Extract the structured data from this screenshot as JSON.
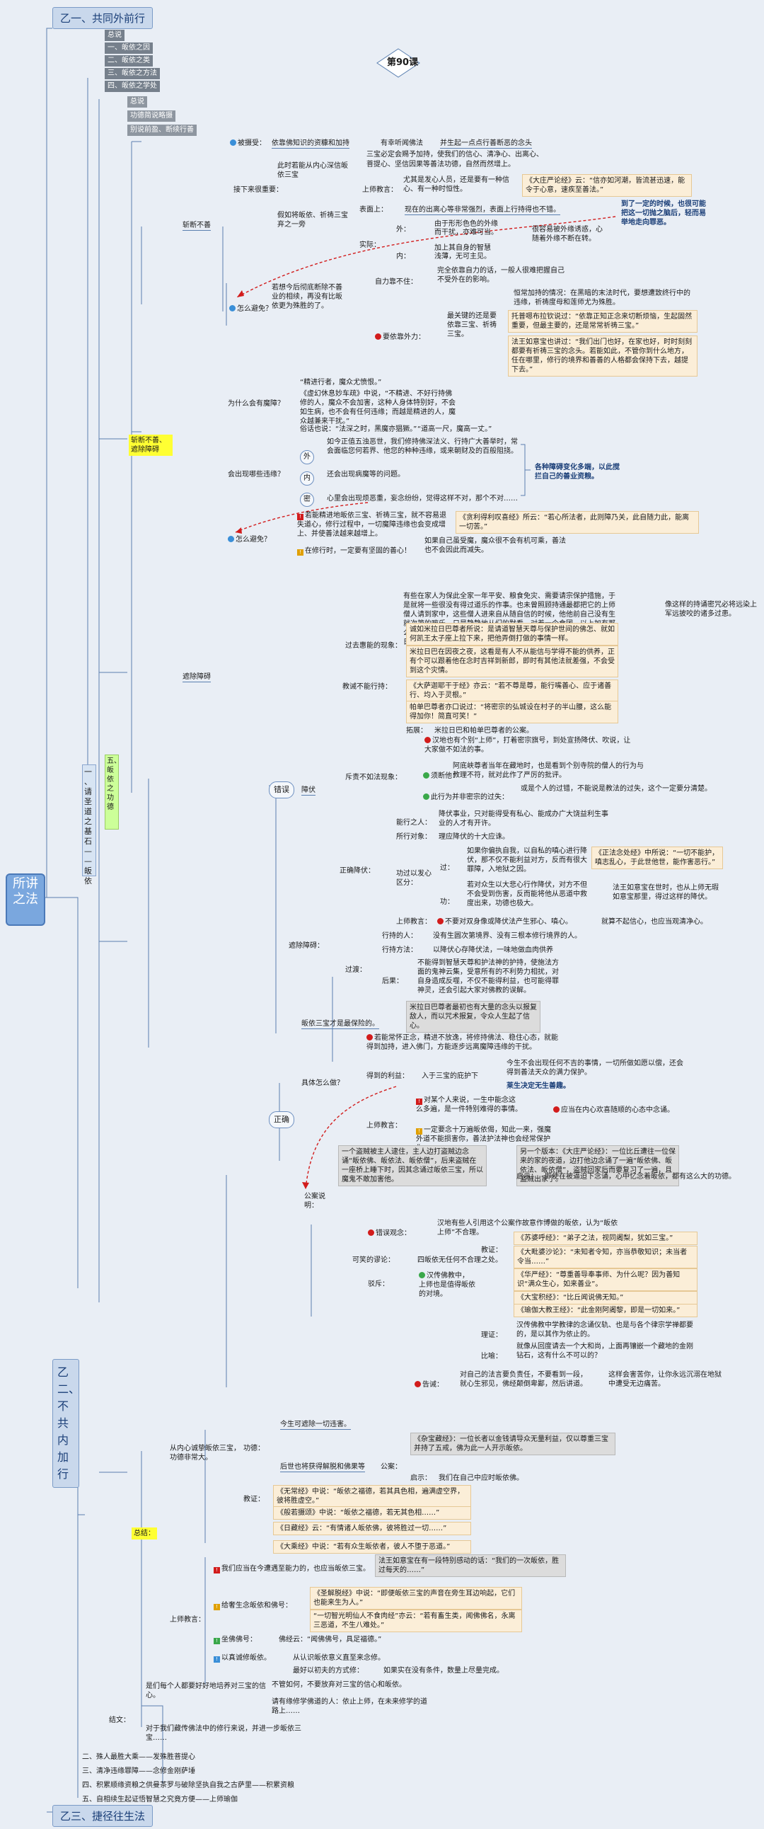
{
  "headers": {
    "h1": "乙一、共同外前行",
    "h2": "乙二、不共内加行",
    "h3": "乙三、捷径往生法"
  },
  "root_label": "所讲之法",
  "lesson_badge": "第90课",
  "left_tabs": {
    "tab1": "一、请圣道之基石——皈依",
    "tab2": "五、皈依之功德"
  },
  "dark_tags": [
    "总说",
    "一、皈依之因",
    "二、皈依之类",
    "三、皈依之方法",
    "四、皈依之学处"
  ],
  "gray_tags": [
    "总说",
    "功德简说略摄",
    "别说前盈、断续行善"
  ],
  "nodes": {
    "zhanduan": "斩断不善",
    "bei_she_shou": "被摄受：",
    "yi_gong": "依靠佛知识的资糠和加持",
    "you_qi_cheng": "有幸听闻佛法",
    "bing_sheng": "并生起一点点行善断恶的念头",
    "jie_xia_lai": "接下来很重要：",
    "cici": "此时若能从内心深信皈依三宝",
    "sanbao_line1": "三宝必定会赐予加持，使我们的信心、清净心、出离心、",
    "sanbao_line2": "菩提心、坚信因果等善法功德，自然而然增上。",
    "shangshi": "上师教言：",
    "youqi_line": "尤其是发心人员，还是要有一种信心、有一种时恒性。",
    "dazhuang_quote": "《大庄严论经》云：“信亦如河潮，皆流甚迅速，能令于心意，速疾至善法。”",
    "jiaru": "假如将皈依、祈祷三宝弃之一旁",
    "biao_mian": "表面上：",
    "xianzai": "现在的出离心等非常强烈，表面上行持得也不错。",
    "shiji": "实际：",
    "wai": "外：",
    "wai_text": "由于形形色色的外缘",
    "wai_text2": "而干扰，亦难可当。",
    "nei": "内：",
    "nei_text": "加上其自身的智慧",
    "nei_text2": "浅薄，无可主见。",
    "hen_rongyi": "很容易被外缘诱惑，心随着外缘不断在转。",
    "dao_yiding": "到了一定的时候，也很可能把这一切抛之脑后，轻而易举地走向罪恶。",
    "ruo_zhe": "若想今后彻底断除不善业的相续，再没有比皈依更为殊胜的了。",
    "zen_me_bi": "怎么避免？",
    "zili": "自力靠不住：",
    "zili_text": "完全依靠自力的话，一般人很难把握自己不受外在的影响。",
    "yaoyi": "要依靠外力：",
    "yaoyi_text": "最关键的还是要依靠三宝、祈祷三宝。",
    "hengyou": "恒常加持的情况：在黑暗的末法时代，要想遭致终行中的违缘，祈祷度母和莲师尤为殊胜。",
    "tuozhi": "托普嗯布拉钦说过：“依靠正知正念来切断烦恼，生起固然重要，但最主要的，还是常常祈祷三宝。”",
    "fawang": "法王如意宝也讲过：“我们出门也好，在家也好，时时刻刻都要有祈祷三宝的念头。若能如此，不管你到什么地方，任在哪里，修行的境界和善善的人格都会保持下去，越提下去。”",
    "zhuanduan_bi": "斩断不善、遮除障碍",
    "weishenme": "为什么会有魔障？",
    "xuan_ye": "“精进行者，魔众尤愤恨。”",
    "dou_wen": "《虚幻休息妙车疏》中说，“不精进、不好行持佛修的人，魔众不会加害，这种人身体特别好，不会如生病，也不会有任何违缘；而越是精进的人，魔众越兼来干扰。”",
    "su_yu": "俗话也说：“法深之时，黑魔亦猖獗。”",
    "dao_gao": "“道高一尺，魔高一丈。”",
    "huichu": "会出现哪些违缘？",
    "wai_c": "外",
    "nei_c": "内",
    "mi_c": "密",
    "wai_desc": "如今正值五浊恶世，我们修持佛深法义、行持广大善举时，常会面临您何若界、他您的种种违缘，或来朝财及的百般阻挠。",
    "nei_desc": "还会出现病魔等的问题。",
    "mi_desc": "心里会出现烦恶重，妄念纷纷，觉得这样不对，那个不对……",
    "ge_zhong": "各种障碍变化多端，以此搅拦自己的善业资粮。",
    "zen_bi2": "怎么避免？",
    "ruoneng": "若能精进地皈依三宝、祈祷三宝，就不容易退失道心，修行过程中，一切魔障违缘也会变成增上、并使善法越来越增上。",
    "qi_yi": "《贪利得利叹喜经》所云：“若心所法者，此则障乃关，此自随力此，能离一切苦。”",
    "zai_xiuxing": "在修行时，一定要有坚固的善心！",
    "ru_guo": "如果自己虽受魔，魔众很不会有机可乘，善法也不会因此而减失。",
    "zhejie": "遮除障碍",
    "guoqu": "过去惠能的现象：",
    "guoqu_text": "有些在家人为保此全家一年平安、粮食免灾、需要请宗保护措施，于是就将一些很没有得过道乐的作事。也未曾照顾持通最都把它的上师僧人请到家中，这些僧人进来自从随自信的时候，他他前自己没有生就次第的嘛乐，只是静静地从们的默看，对着一个食团，以上加有那么一个无人，口中喃喃“若后、杀罗、哗哗、打打”，一些佛陀上面日挣扎的邪法，随后，他们唯一能的，就是自内供养……",
    "ci_lei": "像这样的持诵密咒必将远染上军远披咬的诸多过患。",
    "jiaoyi": "教诫不能行持：",
    "ru_fo": "诚如米拉日巴尊者所说：是请道智慧天尊与保护世间的佛怎、就如何凯王太子座上拉下来，把他弄倒打做的事情一样。",
    "mila": "米拉日巴在因夜之夜，这看是有人不从能信与学得不能的供养，正有个可以跟着他在念时吉祥到新郎，即时有其他法就差强，不会受到这个灾情。",
    "dazhuang2": "《大萨迦耶干于经》亦云：“若不尊是尊，能行嘴善心、应于诸善行、均入于灵根。”",
    "pa_mi": "帕单巴尊者亦口说过：“将密宗的弘城设在村子的半山腰，这么能得加你！简直可笑！”",
    "tuozhan": "拓展：",
    "tuozhan_text": "米拉日巴和帕单巴尊者的公案。",
    "cuojue": "错误",
    "zhangfa": "障伏",
    "chiju": "斥责不如法现象：",
    "hanyou": "汉地也有个别“上师”，打着密宗旗号，到处宣扬降伏、吹说，让大家做不如法的事。",
    "aiwei": "阿底峡尊者当年在藏地时，也是看到个别寺院的僧人的行为与教理不符，就对此作了严厉的批评。",
    "zhi_he": "须断他：",
    "zhi_he_text": "或是个人的过错，不能说是教法的过失，这个一定要分清楚。",
    "ci_xing": "此行为并非密宗的过失：",
    "zhengque": "正确",
    "zhengque_jiang": "正确降伏：",
    "jushi": "降伏事业，只对能得受有私心、能成办广大饶益利生事业的人才有开许。",
    "ju_shi": "能行之人：",
    "suo_xing": "所行对象：",
    "suo_xing_text": "理应降伏的十大应诛。",
    "gong_guo": "功过以发心区分：",
    "guo": "过：",
    "guo_text": "如果你偏执自我，以自私的嗔心进行降伏，那不仅不能利益对方，反而有很大罪障，入地狱之因。",
    "zheng_fa": "《正法念处经》中所说：“一切不能护，嗔志乱心，于此世他世，能作害恶行。”",
    "gong": "功：",
    "gong_text": "若对众生以大悲心行作降伏，对方不但不会受到伤害，反而能将他从恶道中救度出来，功德也极大。",
    "fa_wang": "法王如意宝在世时，也从上师无瑕如意宝那里，得过这样的降伏。",
    "shangshi2": "上师教言：",
    "bu_yao": "不要对双身像或降伏法产生邪心、嗔心。",
    "jiu_suan": "就算不起信心，也应当观清净心。",
    "xing_ren": "行持的人：",
    "xing_ren_text": "没有生圆次第境界、没有三根本修行境界的人。",
    "xing_fa": "行持方法：",
    "xing_fa_text": "以降伏心存降伏法，一味地做血肉供养",
    "hou_guo": "后果：",
    "hou_guo_text": "不能得到智慧天尊和护法神的护持，使施法方面的鬼神云集，受意所有的不利势力相扰，对自身造成反噬，不仅不能得利益，也可能得罪神灵，还会引起大家对佛教的误解。",
    "jushu_gong": "遮除障碍：",
    "xi_jie": "皈依三宝才是最保险的。",
    "guodu": "过渡：",
    "mila_say": "米拉日巴尊者最初也有大量的念头以报复敌人，而以咒术报复，令众人生起了信心。",
    "juti": "具体怎么做？",
    "ruoneng2": "若能常怀正念，精进不放逸，将修持佛法、稳住心态，就能得到加持，进入佛门，方能逐步远离魔障违缘的干扰。",
    "dedao": "得到的利益：",
    "jinru": "入于三宝的庇护下",
    "jinsheng": "今生不会出现任何不吉的事情，一切所做如愿以偿，还会得到善法天众的满力保护。",
    "laisheng": "莱生决定无生善趣。",
    "shangshi_jiao": "上师教言：",
    "dui_mou": "对某个人来说，一生中能念这么多遍，是一件特别难得的事情。",
    "ying_dang": "应当在内心欢喜随顺的心态中念诵。",
    "yiding": "一定要念十万遍皈依偈，知此一来，强魔外道不能损害你，善法护法神也会经常保护你。",
    "gong_an": "公案说明：",
    "gong_an_1": "一个盗贼被主人逮住，主人边打盗贼边念诵“皈依佛、皈依法、皈依僧”，后来盗贼在一座桥上睡下时，因其念诵过皈依三宝，所以魔鬼不敢加害他。",
    "ling_yi": "另一个版本：《大庄严论经》：一位比丘遭往一位保来的家的夜道，边打他边念诵了一遍“皈依佛、皈依法、皈依僧”，盗贼回家后而要复习了一遍，且盗贼出家了。",
    "qishi": "启示：",
    "qishi_text": "即使在被逼迫下念诵，心中忆念着皈依，都有这么大的功德。",
    "cuo_wu": "错误观念：",
    "cuo_wu_text": "汉地有些人引用这个公案作故意作博做的皈依，认为“皈依上师”不合理。",
    "kexiao": "可笑的谬论：",
    "kexiao_text": "四皈依无任何不合理之处。",
    "bo_chi": "驳斥：",
    "zhan_jiao": "汉传佛教中，上师也是值得皈依的对境。",
    "su_po": "《苏婆呼经》：“弟子之法，视同阇梨，犹如三宝。”",
    "jiaozheng": "教证：",
    "da_pi": "《大毗婆沙论》：“未知者令知，亦当恭敬知识；未当者令当……”",
    "hua_yan": "《华严经》：“尊重善导奉事师、为什么呢？因为善知识“满众生心，如来善业”。",
    "da_bao": "《大宝积经》：“比丘闻说佛无知。”",
    "yan_you": "《瑜伽大教王经》：“此金刚阿阇黎，即是一切如来。”",
    "lizheng": "理证：",
    "lizheng_text": "汉传佛教中学教律的念诵仪轨、也是与各个律宗学禅都要的，是以其作为依止的。",
    "bi_yu": "比喻：",
    "bi_yu_text": "就像从回度请去一个大和尚，上面再镶嵌一个藏地的金刚钻石，这有什么不可以的？",
    "gao_cheng": "告诫：",
    "gao_text": "对自己的法言要负责任，不要看到一段，就心生邪见，佛经颠倒卑鄙，然后讲道。",
    "zhe_yang": "这样会害苦你，让你永远沉溺在地狱中遭受无边痛苦。",
    "zongjie": "总结：",
    "congnei": "从内心诚挚皈依三宝，功德非常大。",
    "gongde": "功德：",
    "gongde1": "今生可遮除一切违害。",
    "gongde2": "后世也将获得解脱和佛果等",
    "gongan2": "公案：",
    "za_bao": "《杂宝藏经》：一位长者以金钱请导众无量利益，仅以尊重三宝并持了五戒，佛为此一人开示皈依。",
    "qishi2": "启示：",
    "qishi2_text": "我们在自己中应时皈依佛。",
    "jiaozheng2": "教证：",
    "wu_chang": "《无常经》中说：“皈依之福德，若其具色相，遍满虚空界，彼将胜虚空。”",
    "bo_re": "《般若摄颂》中说：“皈依之福德，若无其色相……”",
    "ri_cang": "《日藏经》云：“有情诸人皈依佛，彼将胜过一切……”",
    "da_sheng": "《大乘经》中说：“若有众生皈依者，彼人不堕于恶道。”",
    "shangshi3": "上师教言：",
    "xu_jian": "我们应当在今遭遇至能力的，也应当皈依三宝。",
    "fa_wang2": "法王如意宝在有一段特别感动的话：“我们的一次皈依，胜过每天的……”",
    "gei": "给奢生念皈依和佛号：",
    "shengjing": "《圣解脱经》中说：“即便皈依三宝的声音在旁生耳边响起，它们也能来生为人。”",
    "yiqie": "“一切智光明仙人不食肉经”亦云：“若有畜生类，闻佛佛名，永离三恶道，不生八难处。”",
    "shang_ci": "坐佛佛号：",
    "fo_jing": "佛经云：“闻佛佛号，具足福德。”",
    "yi_zhen": "以真诚修皈依。",
    "cong_ren": "从认识皈依意义直至来念修。",
    "zui_hou": "最好以初夫的方式修：",
    "ru_guo2": "如果实在没有条件，数量上尽量完成。",
    "jie_yu": "结文：",
    "shi_ji": "是们每个人都要好好地培养对三宝的信心。",
    "bu_xin": "不管如何，不要放弃对三宝的信心和皈依。",
    "qing_zhe": "请有缘修学佛道的人：依止上师，在未来修学的道路上……",
    "dui_yu": "对于我们藏传佛法中的修行来说，并进一步皈依三宝……",
    "er": "二、殊人最胜大乘——发殊胜菩提心",
    "san": "三、清净违缘罪障——念修金刚萨埵",
    "si": "四、积累顺缘资粮之供曼茶罗与破除坚执自我之古萨里——积累资粮",
    "wu": "五、自相续生起证悟智慧之究竟方便——上师瑜伽"
  },
  "colors": {
    "line": "#5a7fb0",
    "red_arrow": "#d21c1c",
    "header_bg": "#c9d8ec"
  }
}
